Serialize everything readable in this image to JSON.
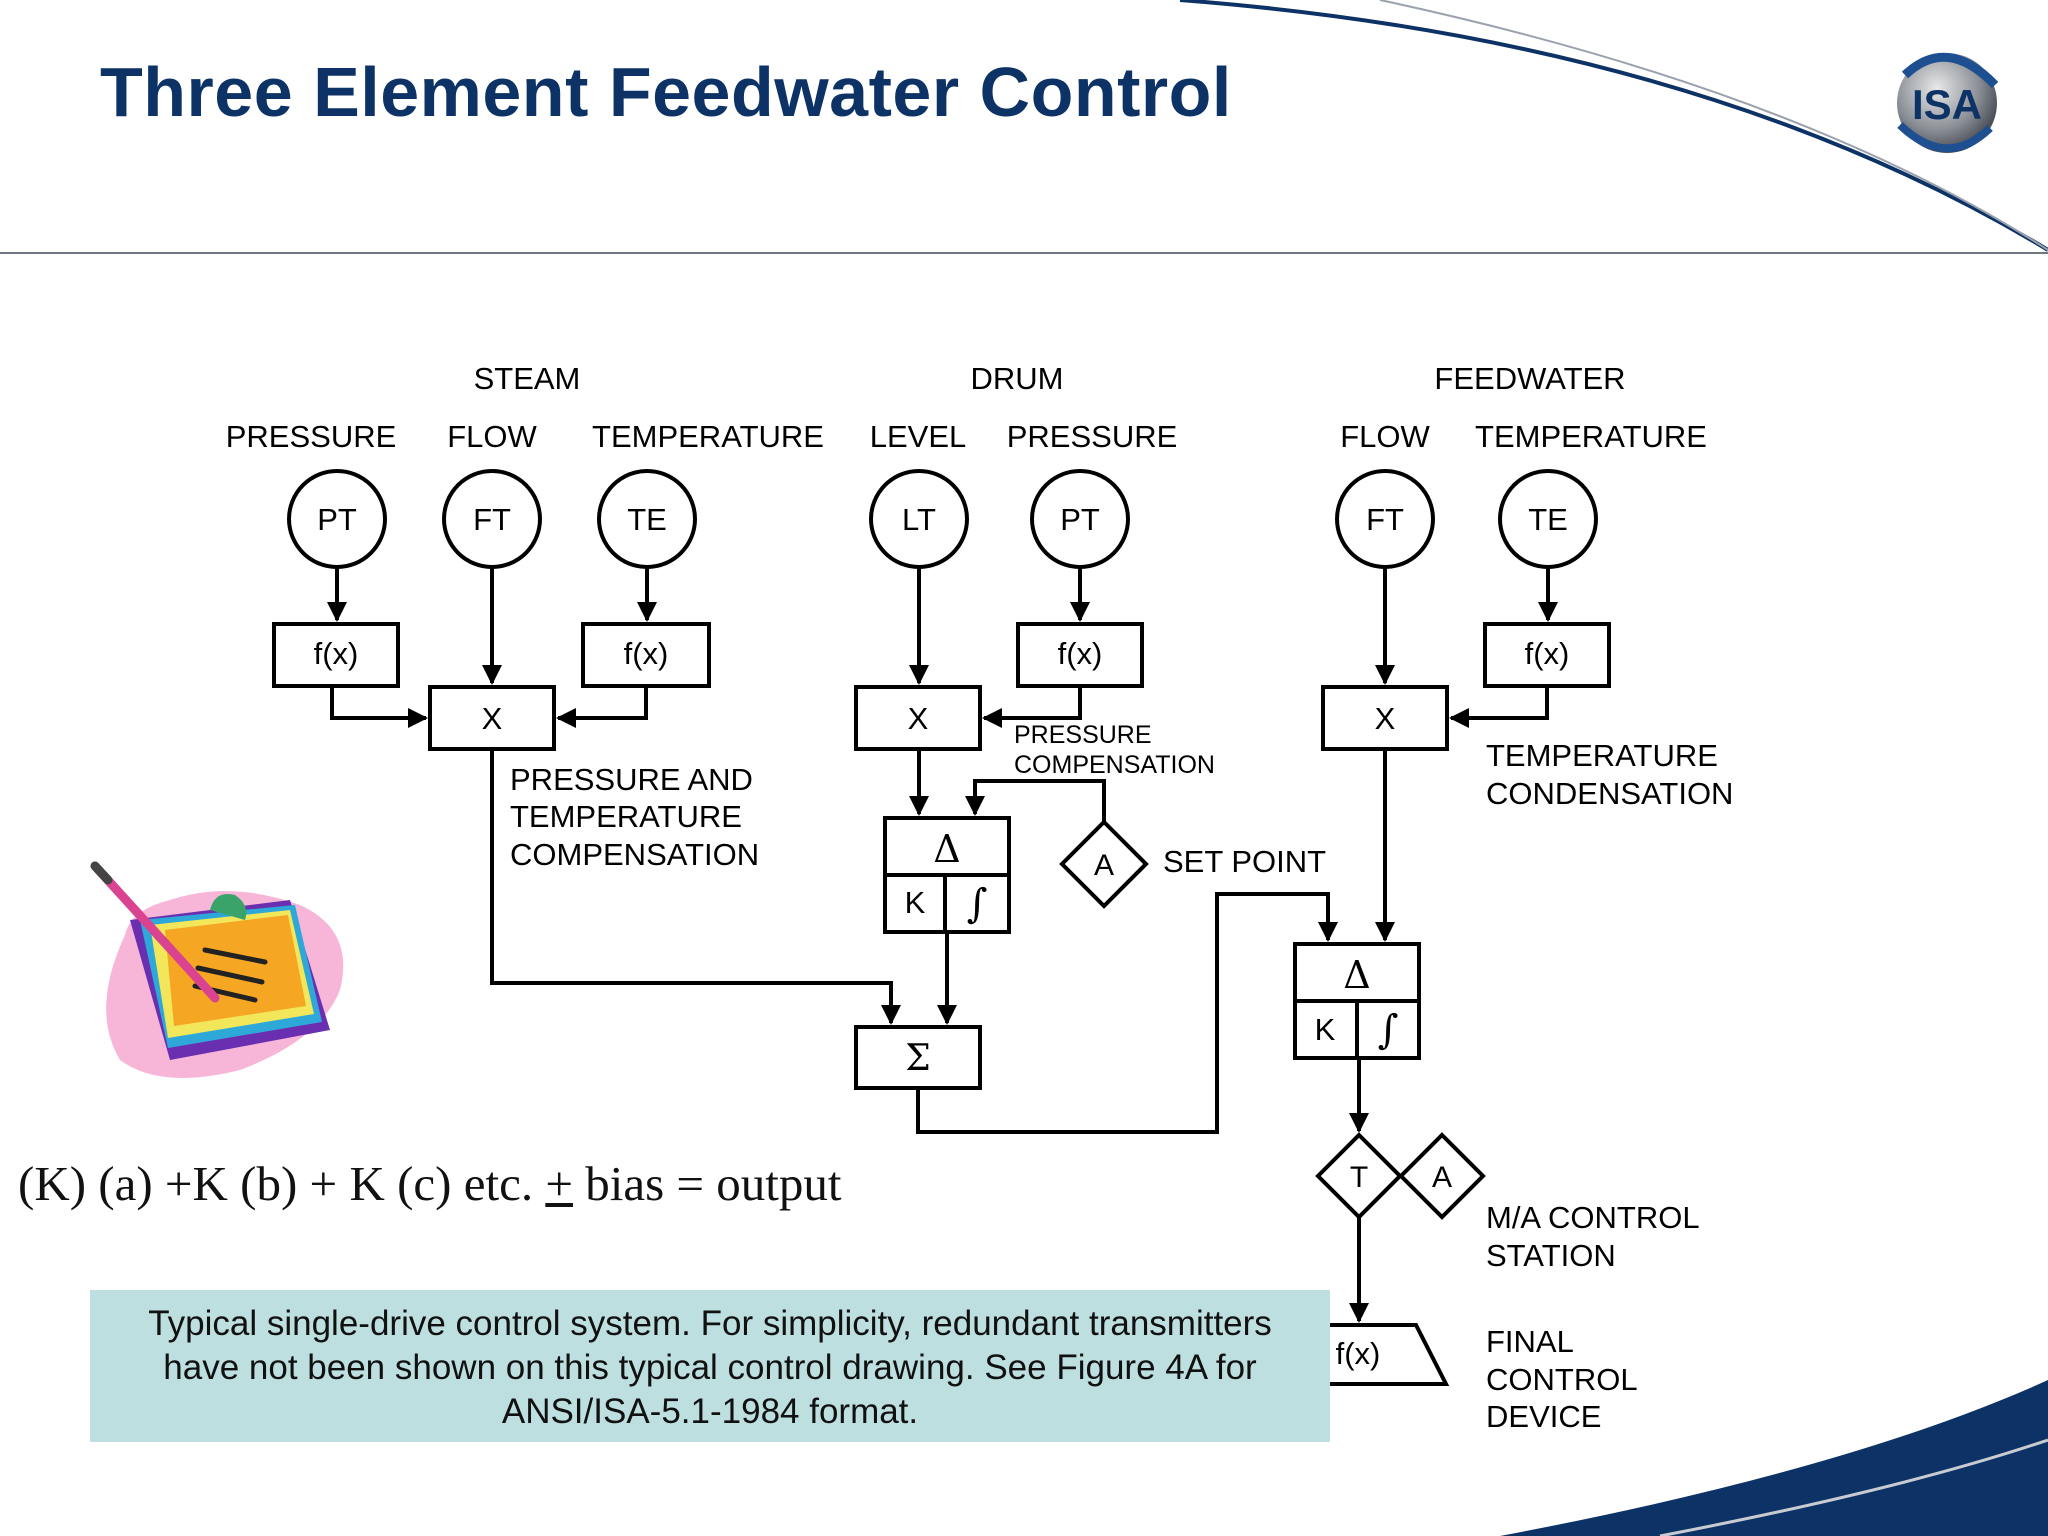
{
  "slide": {
    "title": "Three Element Feedwater Control",
    "logo_text": "ISA",
    "brand_color": "#0d3266"
  },
  "groups": {
    "steam": "STEAM",
    "drum": "DRUM",
    "feedwater": "FEEDWATER"
  },
  "measurements": {
    "steam_pressure": "PRESSURE",
    "steam_flow": "FLOW",
    "steam_temperature": "TEMPERATURE",
    "drum_level": "LEVEL",
    "drum_pressure": "PRESSURE",
    "fw_flow": "FLOW",
    "fw_temperature": "TEMPERATURE"
  },
  "instruments": {
    "pt1": "PT",
    "ft1": "FT",
    "te1": "TE",
    "lt": "LT",
    "pt2": "PT",
    "ft2": "FT",
    "te2": "TE"
  },
  "blocks": {
    "fx": "f(x)",
    "mult": "X",
    "delta": "Δ",
    "k": "K",
    "integral": "∫",
    "sum": "Σ",
    "a": "A",
    "t": "T"
  },
  "annotations": {
    "ptc_line1": "PRESSURE AND",
    "ptc_line2": "TEMPERATURE",
    "ptc_line3": "COMPENSATION",
    "pc_line1": "PRESSURE",
    "pc_line2": "COMPENSATION",
    "tc_line1": "TEMPERATURE",
    "tc_line2": "CONDENSATION",
    "set_point": "SET POINT",
    "ma_line1": "M/A CONTROL",
    "ma_line2": "STATION",
    "fcd_line1": "FINAL",
    "fcd_line2": "CONTROL",
    "fcd_line3": "DEVICE"
  },
  "formula": {
    "before": "(K) (a) +K (b) + K (c) etc. ",
    "plusminus": "+",
    "after": " bias = output"
  },
  "note": {
    "line1": "Typical single-drive control system. For simplicity, redundant transmitters",
    "line2": "have not been shown on this typical control drawing. See Figure 4A for",
    "line3": "ANSI/ISA-5.1-1984 format."
  },
  "clipart": {
    "name": "clipboard-with-pencil"
  }
}
